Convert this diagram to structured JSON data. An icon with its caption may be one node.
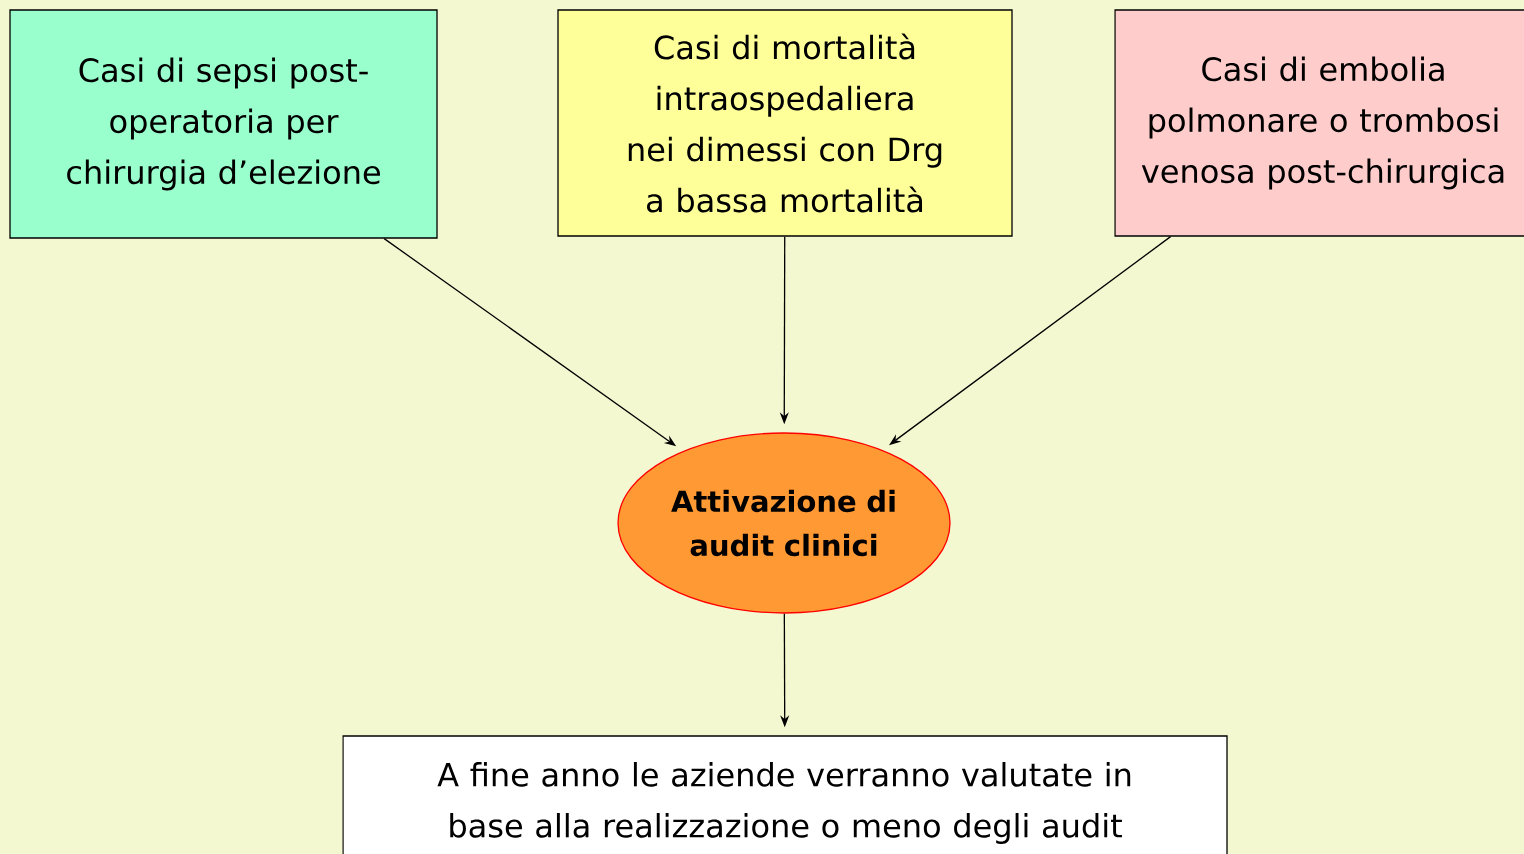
{
  "diagram": {
    "nodes": [
      {
        "text": [
          "Casi di sepsi post-operatoria per chirurgia d’elezione"
        ]
      },
      {
        "text": [
          "Casi di mortalità intraospedaliera nei dimessi con Drg a bassa mortalità"
        ]
      },
      {
        "text": [
          "Casi di embolia polmonare o trombosi venosa post-chirurgica"
        ]
      },
      {
        "text": [
          "Attivazione di audit clinici"
        ]
      },
      {
        "text": [
          "A fine anno le aziende verranno valutate in base alla realizzazione o meno degli audit"
        ]
      }
    ],
    "edges": [
      {
        "from": 0,
        "to": 3,
        "arrow": "to"
      },
      {
        "from": 1,
        "to": 3,
        "arrow": "to"
      },
      {
        "from": 2,
        "to": 3,
        "arrow": "to"
      },
      {
        "from": 3,
        "to": 4,
        "arrow": "to"
      }
    ]
  }
}
